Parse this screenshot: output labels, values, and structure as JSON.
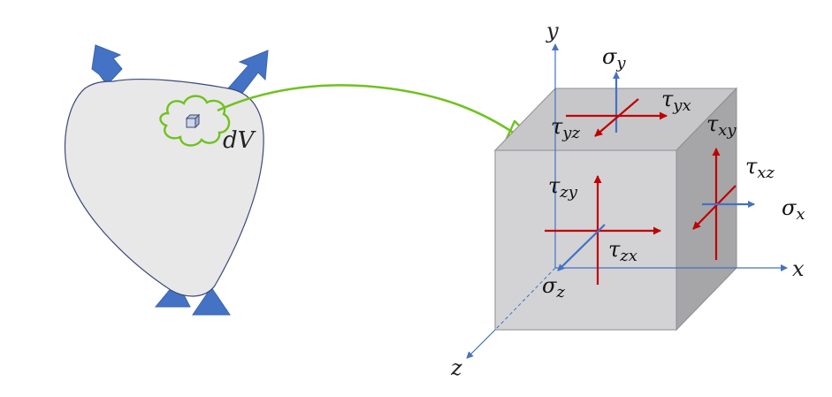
{
  "colors": {
    "body_fill": "#e8e8e8",
    "body_stroke": "#3b4a78",
    "blue": "#4472c4",
    "red": "#c00000",
    "green": "#70c21f",
    "cube_front": "#d3d3d6",
    "cube_top": "#c7c7ca",
    "cube_side": "#a6a6a8"
  },
  "body": {
    "volume_label": "dV"
  },
  "axes": {
    "x": "x",
    "y": "y",
    "z": "z"
  },
  "stresses": {
    "sigma_y": {
      "sym": "σ",
      "sub": "y"
    },
    "tau_yx": {
      "sym": "τ",
      "sub": "yx"
    },
    "tau_yz": {
      "sym": "τ",
      "sub": "yz"
    },
    "tau_xy": {
      "sym": "τ",
      "sub": "xy"
    },
    "tau_xz": {
      "sym": "τ",
      "sub": "xz"
    },
    "sigma_x": {
      "sym": "σ",
      "sub": "x"
    },
    "tau_zy": {
      "sym": "τ",
      "sub": "zy"
    },
    "tau_zx": {
      "sym": "τ",
      "sub": "zx"
    },
    "sigma_z": {
      "sym": "σ",
      "sub": "z"
    }
  }
}
